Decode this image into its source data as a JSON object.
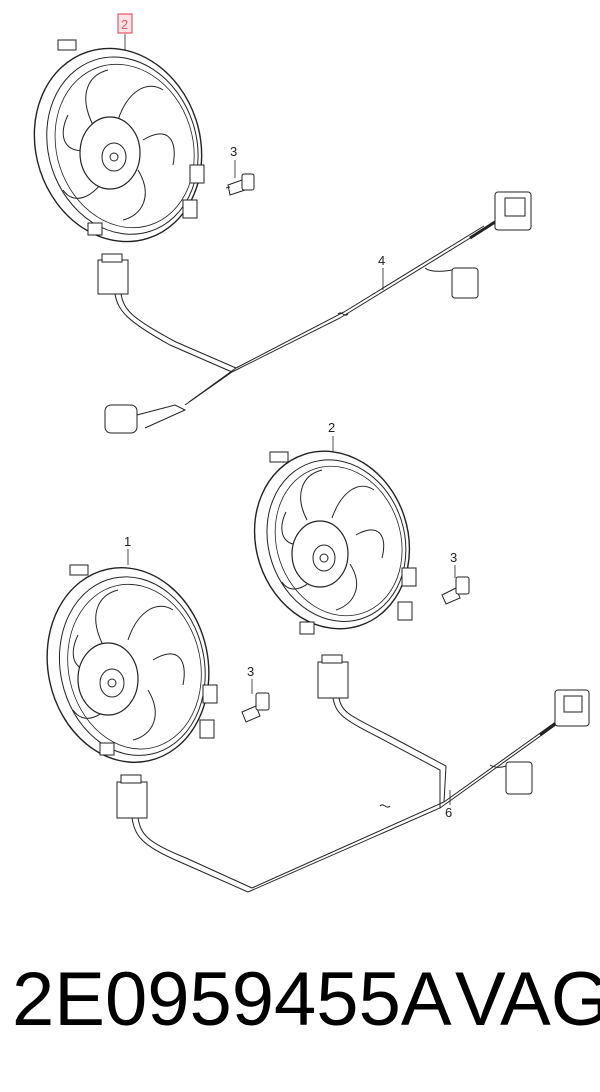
{
  "diagram": {
    "callouts": {
      "top_fan": "2",
      "top_screw": "3",
      "top_harness": "4",
      "right_fan": "2",
      "right_screw": "3",
      "left_fan": "1",
      "left_screw": "3",
      "bottom_harness": "6"
    },
    "highlight_color": "#e05a6a"
  },
  "footer": {
    "part_number": "2E0959455A",
    "brand": "VAG"
  }
}
